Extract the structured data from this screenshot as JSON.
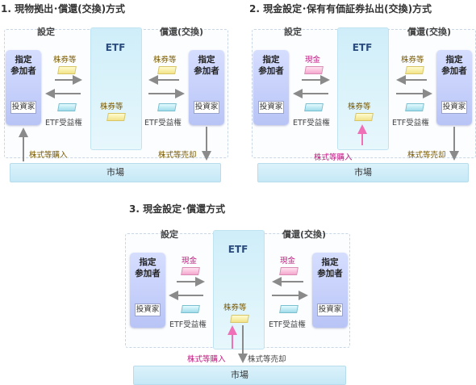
{
  "sections": [
    {
      "title": "1. 現物拠出･償還(交換)方式",
      "setup_header": "設定",
      "redeem_header": "償還(交換)",
      "etf_label": "ETF",
      "etf_inner": "株券等",
      "left_party": [
        "指定",
        "参加者"
      ],
      "left_investor": "投資家",
      "right_party": [
        "指定",
        "参加者"
      ],
      "right_investor": "投資家",
      "left_top_label": "株券等",
      "left_bottom_label": "ETF受益権",
      "right_top_label": "株券等",
      "right_bottom_label": "ETF受益権",
      "buy_label": "株式等購入",
      "sell_label": "株式等売却",
      "market": "市場"
    },
    {
      "title": "2. 現金設定･保有有価証券払出(交換)方式",
      "setup_header": "設定",
      "redeem_header": "償還(交換)",
      "etf_label": "ETF",
      "etf_inner": "株券等",
      "left_party": [
        "指定",
        "参加者"
      ],
      "left_investor": "投資家",
      "right_party": [
        "指定",
        "参加者"
      ],
      "right_investor": "投資家",
      "left_top_label": "現金",
      "left_bottom_label": "ETF受益権",
      "right_top_label": "株券等",
      "right_bottom_label": "ETF受益権",
      "buy_label": "株式等購入",
      "sell_label": "株式等売却",
      "market": "市場"
    },
    {
      "title": "3. 現金設定･償還方式",
      "setup_header": "設定",
      "redeem_header": "償還(交換)",
      "etf_label": "ETF",
      "etf_inner": "株券等",
      "left_party": [
        "指定",
        "参加者"
      ],
      "left_investor": "投資家",
      "right_party": [
        "指定",
        "参加者"
      ],
      "right_investor": "投資家",
      "left_top_label": "現金",
      "left_bottom_label": "ETF受益権",
      "right_top_label": "現金",
      "right_bottom_label": "ETF受益権",
      "buy_label": "株式等購入",
      "sell_label": "株式等売却",
      "market": "市場"
    }
  ],
  "colors": {
    "cash_label": "#c0187f",
    "securities_label": "#7a5a00",
    "arrow_gray": "#8a8a8a",
    "arrow_pink": "#f070b8"
  }
}
